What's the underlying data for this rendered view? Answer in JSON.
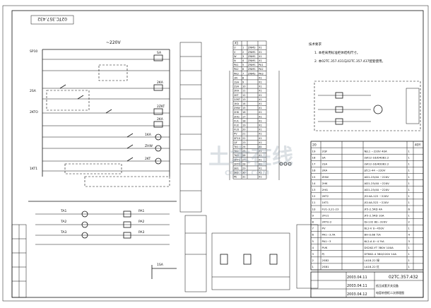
{
  "frame": {
    "stamp_top": "02TC.357.432"
  },
  "diagram": {
    "voltage": "~220V",
    "left_tags": [
      "SP10",
      "2SA",
      "2KTO",
      "1KT1"
    ],
    "side_labels": [
      "SA",
      "2KA",
      "2ZKT",
      "2KA",
      "1KA",
      "ZHW",
      "2KT"
    ],
    "instrument_labels": [
      "TA1",
      "TA2",
      "TA3",
      "PA1",
      "PA2",
      "PA3",
      "1SA"
    ]
  },
  "notes": {
    "title": "技术要求",
    "lines": [
      "1. 本柜采用标准柜体结构尺寸。",
      "2. 本02TC.357.431与02TC.357.437配套使用。"
    ]
  },
  "terminal_table": {
    "header": "X1",
    "rows": [
      [
        "U",
        "1",
        "ZNMS",
        "X1"
      ],
      [
        "V",
        "2",
        "ZNMS",
        "X1"
      ],
      [
        "W",
        "3",
        "ZNMS",
        "X1"
      ],
      [
        "N",
        "4",
        "ZNMS",
        "X1"
      ],
      [
        "PA1",
        "5",
        "ZNMS",
        "PA1"
      ],
      [
        "PA2",
        "6",
        "ZNMS",
        "PA2"
      ],
      [
        "PA3",
        "7",
        "ZNMS",
        "PA3"
      ],
      [
        "1N",
        "8",
        "",
        "X1"
      ],
      [
        "1SA",
        "9",
        "",
        "X1"
      ],
      [
        "2SA",
        "10",
        "",
        "X1"
      ],
      [
        "2KA",
        "11",
        "",
        "X1"
      ],
      [
        "2KT",
        "12",
        "",
        "X1"
      ],
      [
        "2ZKT",
        "13",
        "",
        "X1"
      ],
      [
        "1KA",
        "14",
        "",
        "X1"
      ],
      [
        "ZHW",
        "15",
        "",
        "X1"
      ],
      [
        "2HK",
        "16",
        "",
        "X1"
      ],
      [
        "2HG",
        "17",
        "",
        "X1"
      ],
      [
        "FU1",
        "18",
        "",
        "X1"
      ],
      [
        "FU2",
        "19",
        "",
        "X1"
      ],
      [
        "FU3",
        "20",
        "",
        "X1"
      ],
      [
        "PV",
        "21",
        "",
        "X1"
      ],
      [
        "SP10",
        "22",
        "",
        "X1"
      ],
      [
        "QF",
        "23",
        "",
        "X1"
      ],
      [
        "TA1",
        "24",
        "",
        "X1"
      ],
      [
        "TA2",
        "25",
        "",
        "X1"
      ],
      [
        "TA3",
        "26",
        "",
        "X1"
      ],
      [
        "1KT1",
        "27",
        "",
        "X1"
      ],
      [
        "2KTO",
        "28",
        "",
        "X1"
      ],
      [
        "SB1",
        "29",
        "",
        "X1"
      ],
      [
        "SB2",
        "30",
        "",
        "X1"
      ],
      [
        "PE",
        "31",
        "",
        "X1"
      ]
    ]
  },
  "bom": {
    "header": [
      "20",
      "",
      "",
      "",
      "",
      "40Y"
    ],
    "rows": [
      [
        "19",
        "2QF",
        "",
        "NJL1\n~220V 40A",
        "1",
        ""
      ],
      [
        "18",
        "SA",
        "",
        "LW12-16/D4062.2",
        "1",
        ""
      ],
      [
        "17",
        "2SA",
        "",
        "LW12-16/4D062.2",
        "1",
        ""
      ],
      [
        "16",
        "2KA",
        "",
        "JZC1-44 ~220V",
        "1",
        ""
      ],
      [
        "15",
        "ZHW",
        "",
        "AD1-25/40 ~220V",
        "1",
        ""
      ],
      [
        "14",
        "2HK",
        "",
        "AD1-25/40 ~220V",
        "1",
        ""
      ],
      [
        "13",
        "2HG",
        "",
        "AD1-25/40 ~220V",
        "1",
        ""
      ],
      [
        "12",
        "2KT2",
        "",
        "JS14A-122 ~220V",
        "1",
        ""
      ],
      [
        "11",
        "1KT1",
        "",
        "JS14A-322 ~220V",
        "1",
        ""
      ],
      [
        "10",
        "FU1-3,21-23",
        "",
        "JF5-2.5RD  4A",
        "6",
        ""
      ],
      [
        "9",
        "2FU1",
        "",
        "JF5-2.5RD  10A",
        "1",
        ""
      ],
      [
        "8",
        "2KTU-2",
        "",
        "DJ-132 80~320V",
        "2",
        ""
      ],
      [
        "7",
        "PV",
        "",
        "6L2-V 0~450V",
        "1",
        ""
      ],
      [
        "6",
        "PA1~3,TA",
        "",
        "BH-0.66 ½A",
        "4",
        ""
      ],
      [
        "5",
        "PA1~3",
        "",
        "6L2-A 0~4 ½A",
        "3",
        ""
      ],
      [
        "4",
        "PUK",
        "",
        "DS262-YT 380V 100A",
        "1",
        ""
      ],
      [
        "3",
        "PJ",
        "",
        "DT862-4 380/220V 10A",
        "1",
        ""
      ],
      [
        "2",
        "2SB2",
        "",
        "LA18-22 绿",
        "1",
        ""
      ],
      [
        "1",
        "2SB1",
        "",
        "LA18-22 红",
        "1",
        ""
      ]
    ]
  },
  "title_block": {
    "drawing_no": "02TC.357.432",
    "dates": [
      "2003.04.11",
      "2003.04.11",
      "2003.04.12"
    ],
    "desc": "低压成套开关设备",
    "sub": "电容补偿柜二次原理图"
  },
  "watermark": {
    "brand": "土木在线",
    "sub": "COI88.COM"
  }
}
